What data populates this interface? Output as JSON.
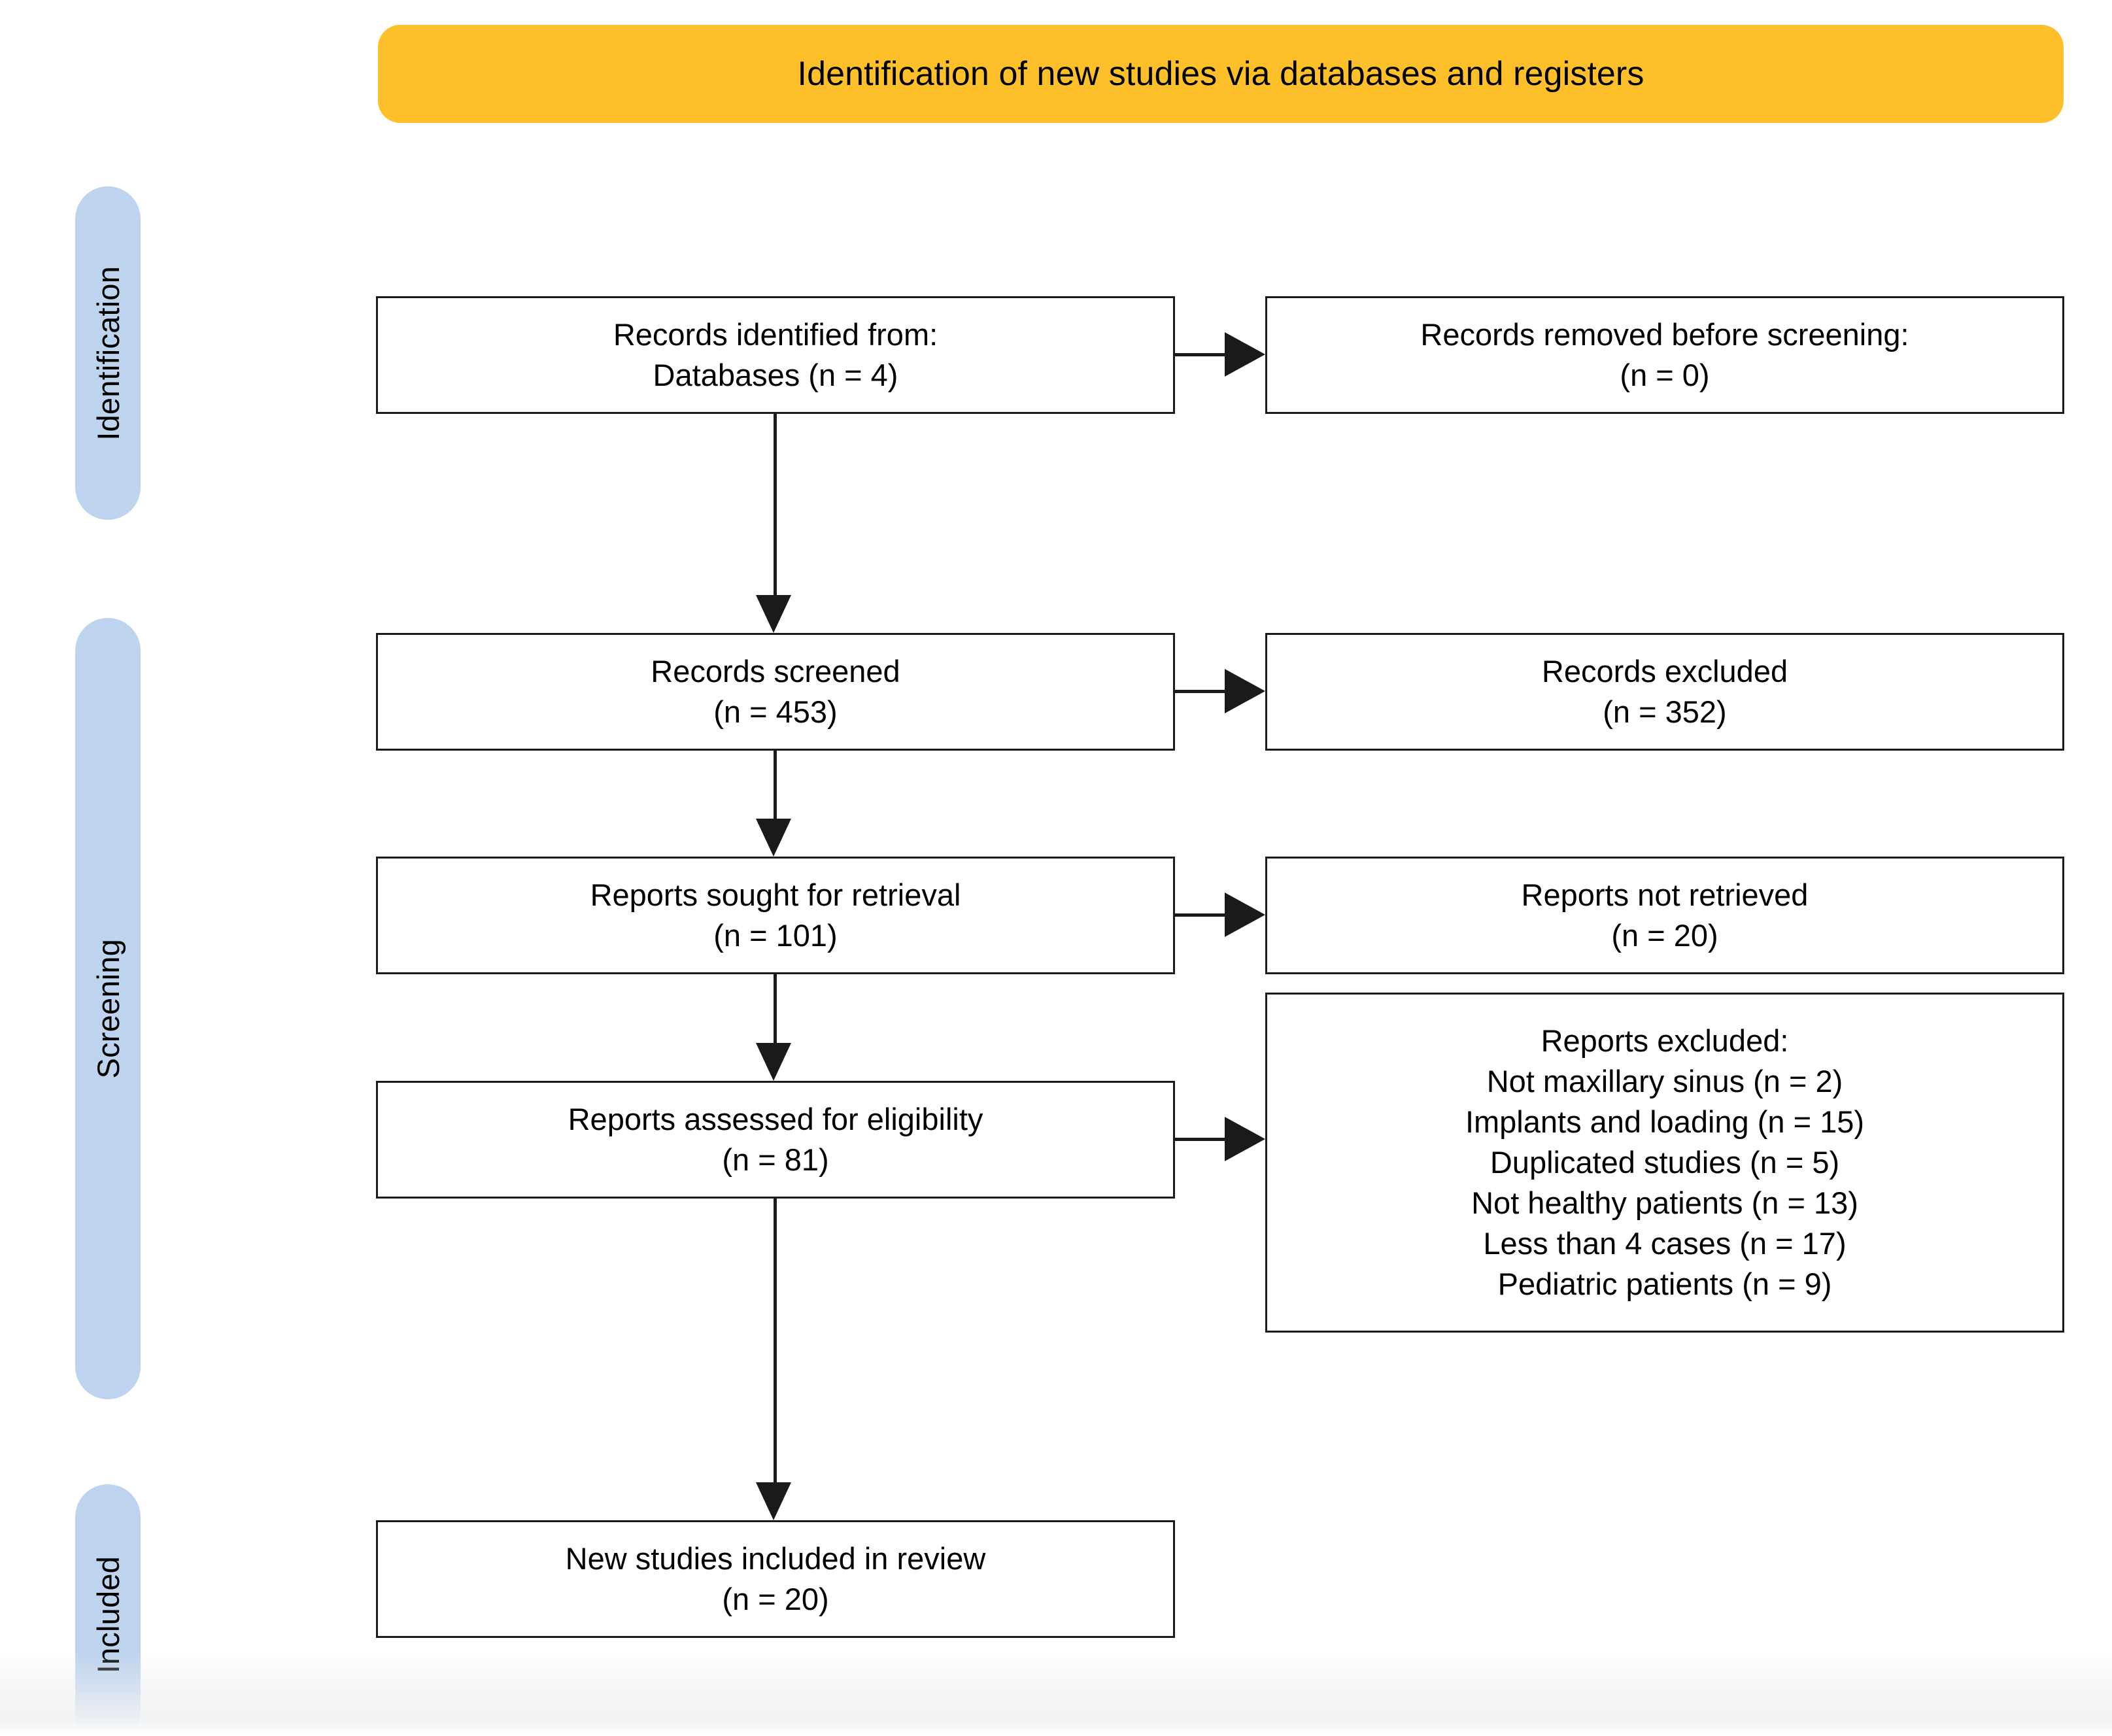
{
  "figure": {
    "type": "prisma-flow-diagram",
    "banner": {
      "title": "Identification of new studies via databases and registers",
      "color": "#FDC02B"
    },
    "stages": [
      {
        "id": "identification",
        "label": "Identification",
        "color": "#BDD3EE"
      },
      {
        "id": "screening",
        "label": "Screening",
        "color": "#BDD3EE"
      },
      {
        "id": "included",
        "label": "Included",
        "color": "#BDD3EE"
      }
    ],
    "boxes": {
      "identified": {
        "lines": [
          "Records identified from:",
          "Databases (n = 4)"
        ],
        "n": 4
      },
      "removed": {
        "lines": [
          "Records removed before screening:",
          "(n = 0)"
        ],
        "n": 0
      },
      "screened": {
        "lines": [
          "Records screened",
          "(n = 453)"
        ],
        "n": 453
      },
      "records_excluded": {
        "lines": [
          "Records excluded",
          "(n = 352)"
        ],
        "n": 352
      },
      "sought": {
        "lines": [
          "Reports sought for retrieval",
          "(n = 101)"
        ],
        "n": 101
      },
      "not_retrieved": {
        "lines": [
          "Reports not retrieved",
          "(n = 20)"
        ],
        "n": 20
      },
      "assessed": {
        "lines": [
          "Reports assessed for eligibility",
          "(n = 81)"
        ],
        "n": 81
      },
      "reports_excluded": {
        "heading": "Reports excluded:",
        "lines": [
          "Not maxillary sinus (n =  2)",
          "Implants and loading (n =  15)",
          "Duplicated studies (n =  5)",
          "Not healthy patients (n = 13)",
          "Less than 4 cases (n = 17)",
          "Pediatric patients (n =  9)"
        ],
        "reasons": [
          {
            "reason": "Not maxillary sinus",
            "n": 2
          },
          {
            "reason": "Implants and loading",
            "n": 15
          },
          {
            "reason": "Duplicated studies",
            "n": 5
          },
          {
            "reason": "Not healthy patients",
            "n": 13
          },
          {
            "reason": "Less than 4 cases",
            "n": 17
          },
          {
            "reason": "Pediatric patients",
            "n": 9
          }
        ]
      },
      "included": {
        "lines": [
          "New studies included in review",
          "(n = 20)"
        ],
        "n": 20
      }
    }
  }
}
